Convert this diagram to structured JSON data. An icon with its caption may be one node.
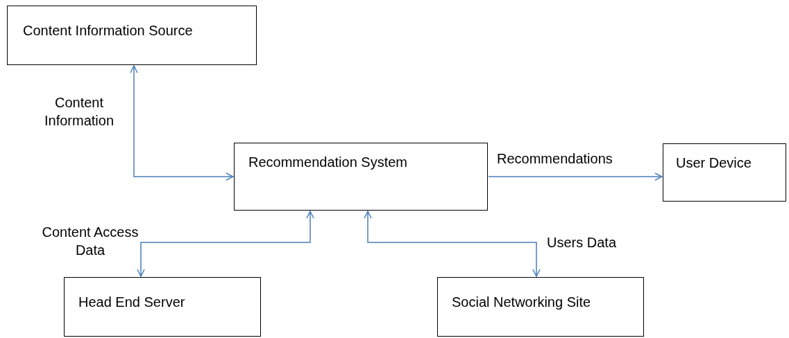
{
  "diagram": {
    "nodes": [
      {
        "text": [
          "Content Information Source"
        ]
      },
      {
        "text": [
          "Recommendation System"
        ]
      },
      {
        "text": [
          "User Device"
        ]
      },
      {
        "text": [
          "Head End Server"
        ]
      },
      {
        "text": [
          "Social Networking Site"
        ]
      }
    ],
    "edges": [
      {
        "from": 0,
        "to": 1,
        "arrow": "both",
        "label": "Content Information"
      },
      {
        "from": 1,
        "to": 2,
        "arrow": "to",
        "label": "Recommendations"
      },
      {
        "from": 1,
        "to": 3,
        "arrow": "both",
        "label": "Content Access Data"
      },
      {
        "from": 1,
        "to": 4,
        "arrow": "both",
        "label": "Users Data"
      }
    ]
  }
}
